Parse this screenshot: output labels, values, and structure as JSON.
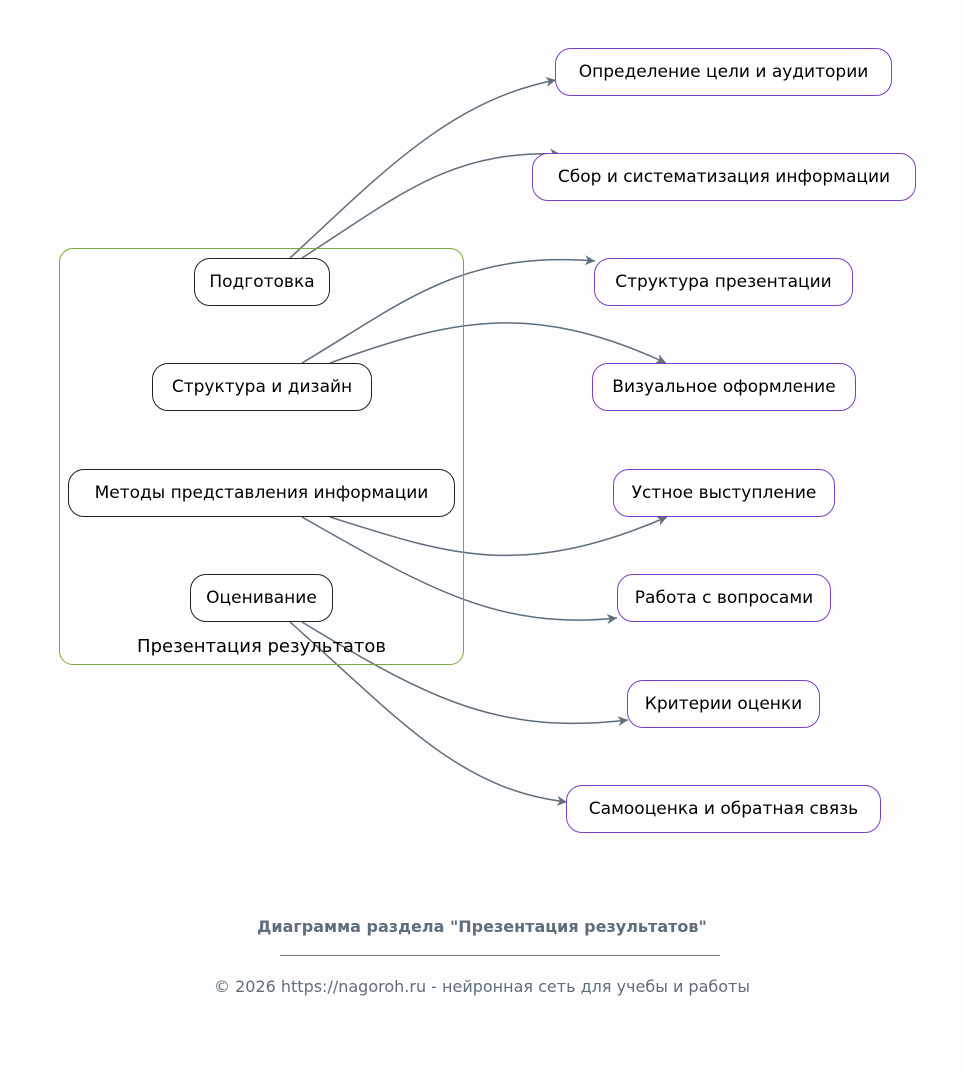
{
  "diagram": {
    "cluster_label": "Презентация результатов",
    "colors": {
      "cluster_border": "#7cab3c",
      "parent_border": "#222222",
      "child_border": "#7a3fc4",
      "edge": "#5f6d7c"
    },
    "parents": [
      {
        "id": "p1",
        "label": "Подготовка"
      },
      {
        "id": "p2",
        "label": "Структура и дизайн"
      },
      {
        "id": "p3",
        "label": "Методы представления информации"
      },
      {
        "id": "p4",
        "label": "Оценивание"
      }
    ],
    "children": [
      {
        "id": "c1",
        "label": "Определение цели и аудитории"
      },
      {
        "id": "c2",
        "label": "Сбор и систематизация информации"
      },
      {
        "id": "c3",
        "label": "Структура презентации"
      },
      {
        "id": "c4",
        "label": "Визуальное оформление"
      },
      {
        "id": "c5",
        "label": "Устное выступление"
      },
      {
        "id": "c6",
        "label": "Работа с вопросами"
      },
      {
        "id": "c7",
        "label": "Критерии оценки"
      },
      {
        "id": "c8",
        "label": "Самооценка и обратная связь"
      }
    ],
    "edges": [
      {
        "from": "p1",
        "to": "c1"
      },
      {
        "from": "p1",
        "to": "c2"
      },
      {
        "from": "p2",
        "to": "c3"
      },
      {
        "from": "p2",
        "to": "c4"
      },
      {
        "from": "p3",
        "to": "c5"
      },
      {
        "from": "p3",
        "to": "c6"
      },
      {
        "from": "p4",
        "to": "c7"
      },
      {
        "from": "p4",
        "to": "c8"
      }
    ]
  },
  "footer": {
    "title": "Диаграмма раздела \"Презентация результатов\"",
    "copyright": "© 2026 https://nagoroh.ru - нейронная сеть для учебы и работы"
  }
}
